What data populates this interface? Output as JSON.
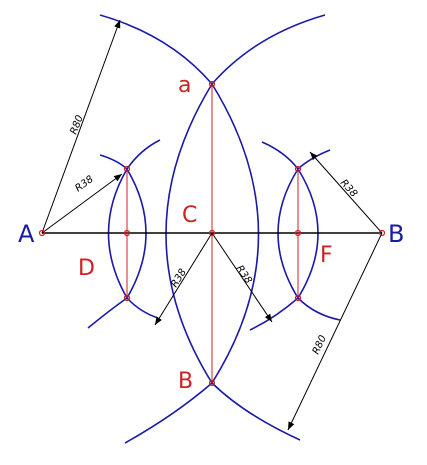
{
  "labels": {
    "A": "A",
    "B": "B",
    "C": "C",
    "D": "D",
    "F": "F",
    "a": "a",
    "b": "B"
  },
  "dimensions": {
    "r_large_upper": "R80",
    "r_large_lower": "R80",
    "r_small_left": "R38",
    "r_small_right": "R38",
    "r_center_left": "R38",
    "r_center_right": "R38"
  },
  "colors": {
    "arcs": "#1a1aa8",
    "construction": "#cc2222",
    "baseline": "#000000",
    "endpoint_labels": "#1a1aa8",
    "point_labels": "#cc2222"
  }
}
